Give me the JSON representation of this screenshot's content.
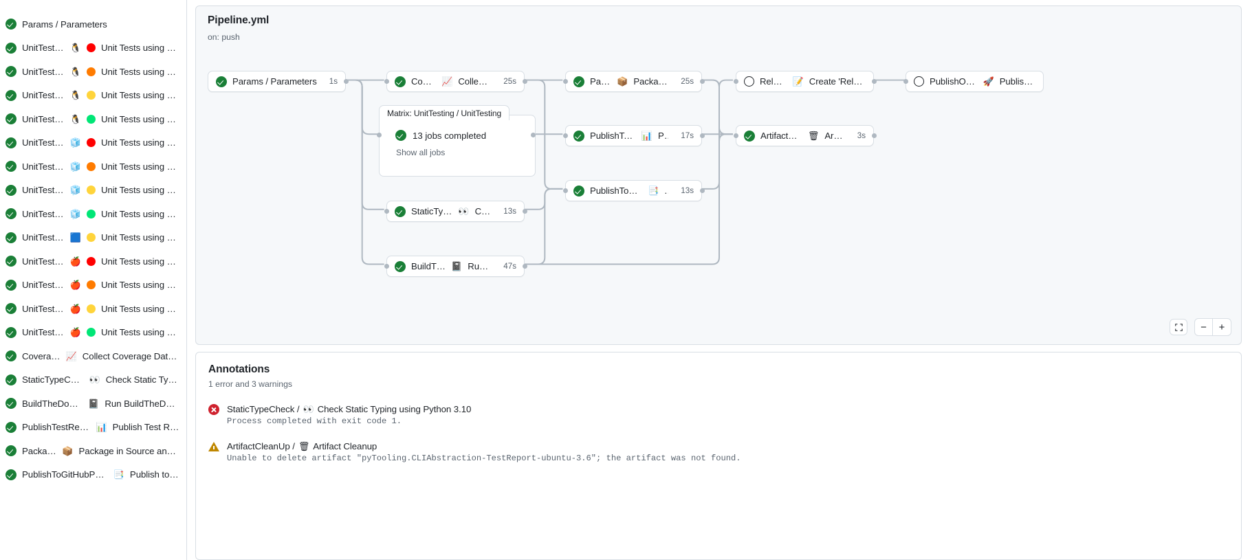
{
  "sidebar": {
    "items": [
      {
        "status": "success",
        "name": "Params / Parameters",
        "os": "",
        "py": ""
      },
      {
        "status": "success",
        "name": "UnitTesting / ",
        "os": "🐧",
        "py": "#ff0000",
        "suffix": "Unit Tests using Pyth..."
      },
      {
        "status": "success",
        "name": "UnitTesting / ",
        "os": "🐧",
        "py": "#ff7b00",
        "suffix": "Unit Tests using Pyth..."
      },
      {
        "status": "success",
        "name": "UnitTesting / ",
        "os": "🐧",
        "py": "#ffd43b",
        "suffix": "Unit Tests using Pyth..."
      },
      {
        "status": "success",
        "name": "UnitTesting / ",
        "os": "🐧",
        "py": "#00e676",
        "suffix": "Unit Tests using Pyth..."
      },
      {
        "status": "success",
        "name": "UnitTesting / ",
        "os": "🧊",
        "py": "#ff0000",
        "suffix": "Unit Tests using Pyth..."
      },
      {
        "status": "success",
        "name": "UnitTesting / ",
        "os": "🧊",
        "py": "#ff7b00",
        "suffix": "Unit Tests using Pyth..."
      },
      {
        "status": "success",
        "name": "UnitTesting / ",
        "os": "🧊",
        "py": "#ffd43b",
        "suffix": "Unit Tests using Pyth..."
      },
      {
        "status": "success",
        "name": "UnitTesting / ",
        "os": "🧊",
        "py": "#00e676",
        "suffix": "Unit Tests using Pyth..."
      },
      {
        "status": "success",
        "name": "UnitTesting / ",
        "os": "🟦",
        "py": "#ffd43b",
        "suffix": "Unit Tests using Pyth..."
      },
      {
        "status": "success",
        "name": "UnitTesting / ",
        "os": "🍎",
        "py": "#ff0000",
        "suffix": "Unit Tests using Pyth..."
      },
      {
        "status": "success",
        "name": "UnitTesting / ",
        "os": "🍎",
        "py": "#ff7b00",
        "suffix": "Unit Tests using Pyth..."
      },
      {
        "status": "success",
        "name": "UnitTesting / ",
        "os": "🍎",
        "py": "#ffd43b",
        "suffix": "Unit Tests using Pyth..."
      },
      {
        "status": "success",
        "name": "UnitTesting / ",
        "os": "🍎",
        "py": "#00e676",
        "suffix": "Unit Tests using Pyth..."
      },
      {
        "status": "success",
        "name": "Coverage / ",
        "os": "📈",
        "py": "",
        "suffix": "Collect Coverage Data usi..."
      },
      {
        "status": "success",
        "name": "StaticTypeCheck / ",
        "os": "👀",
        "py": "",
        "suffix": "Check Static Typing..."
      },
      {
        "status": "success",
        "name": "BuildTheDocs / ",
        "os": "📓",
        "py": "",
        "suffix": "Run BuildTheDocs"
      },
      {
        "status": "success",
        "name": "PublishTestResults / ",
        "os": "📊",
        "py": "",
        "suffix": "Publish Test Resu..."
      },
      {
        "status": "success",
        "name": "Package / ",
        "os": "📦",
        "py": "",
        "suffix": "Package in Source and Wh..."
      },
      {
        "status": "success",
        "name": "PublishToGitHubPages / ",
        "os": "📑",
        "py": "",
        "suffix": "Publish to G..."
      }
    ]
  },
  "graph": {
    "title": "Pipeline.yml",
    "subtitle": "on: push",
    "matrix_label": "Matrix: UnitTesting / UnitTesting",
    "matrix_jobs": "13 jobs completed",
    "matrix_show_all": "Show all jobs",
    "zoom": {
      "fit_label": "⛶",
      "minus_label": "−",
      "plus_label": "+"
    },
    "nodes": [
      {
        "id": "params",
        "status": "success",
        "label": "Params / Parameters",
        "emoji": "",
        "duration": "1s"
      },
      {
        "id": "coverage",
        "status": "success",
        "label": "Coverage / ",
        "emoji": "📈",
        "label2": "Collect Cove...",
        "duration": "25s"
      },
      {
        "id": "statictype",
        "status": "success",
        "label": "StaticTypeCheck / ",
        "emoji": "👀",
        "label2": "Chec...",
        "duration": "13s"
      },
      {
        "id": "builddocs",
        "status": "success",
        "label": "BuildTheDocs / ",
        "emoji": "📓",
        "label2": "Run Buil...",
        "duration": "47s"
      },
      {
        "id": "package",
        "status": "success",
        "label": "Package / ",
        "emoji": "📦",
        "label2": "Package in So...",
        "duration": "25s"
      },
      {
        "id": "publishtr",
        "status": "success",
        "label": "PublishTestResults / ",
        "emoji": "📊",
        "label2": "Pu...",
        "duration": "17s"
      },
      {
        "id": "publishghp",
        "status": "success",
        "label": "PublishToGitHubPages / ",
        "emoji": "📑",
        "label2": "...",
        "duration": "13s"
      },
      {
        "id": "release",
        "status": "skipped",
        "label": "Release / ",
        "emoji": "📝",
        "label2": "Create 'Release P...",
        "duration": ""
      },
      {
        "id": "cleanup",
        "status": "success",
        "label": "ArtifactCleanUp / ",
        "emoji": "🗑",
        "label2": "Artifac...",
        "duration": "3s"
      },
      {
        "id": "pypi",
        "status": "skipped",
        "label": "PublishOnPyPI / ",
        "emoji": "🚀",
        "label2": "Publish to ...",
        "duration": ""
      }
    ]
  },
  "annotations": {
    "title": "Annotations",
    "summary": "1 error and 3 warnings",
    "items": [
      {
        "level": "error",
        "job": "StaticTypeCheck / ",
        "emoji": "👀",
        "job2": "Check Static Typing using Python 3.10",
        "message": "Process completed with exit code 1."
      },
      {
        "level": "warning",
        "job": "ArtifactCleanUp / ",
        "emoji": "🗑",
        "job2": "Artifact Cleanup",
        "message": "Unable to delete artifact \"pyTooling.CLIAbstraction-TestReport-ubuntu-3.6\"; the artifact was not found."
      }
    ]
  }
}
